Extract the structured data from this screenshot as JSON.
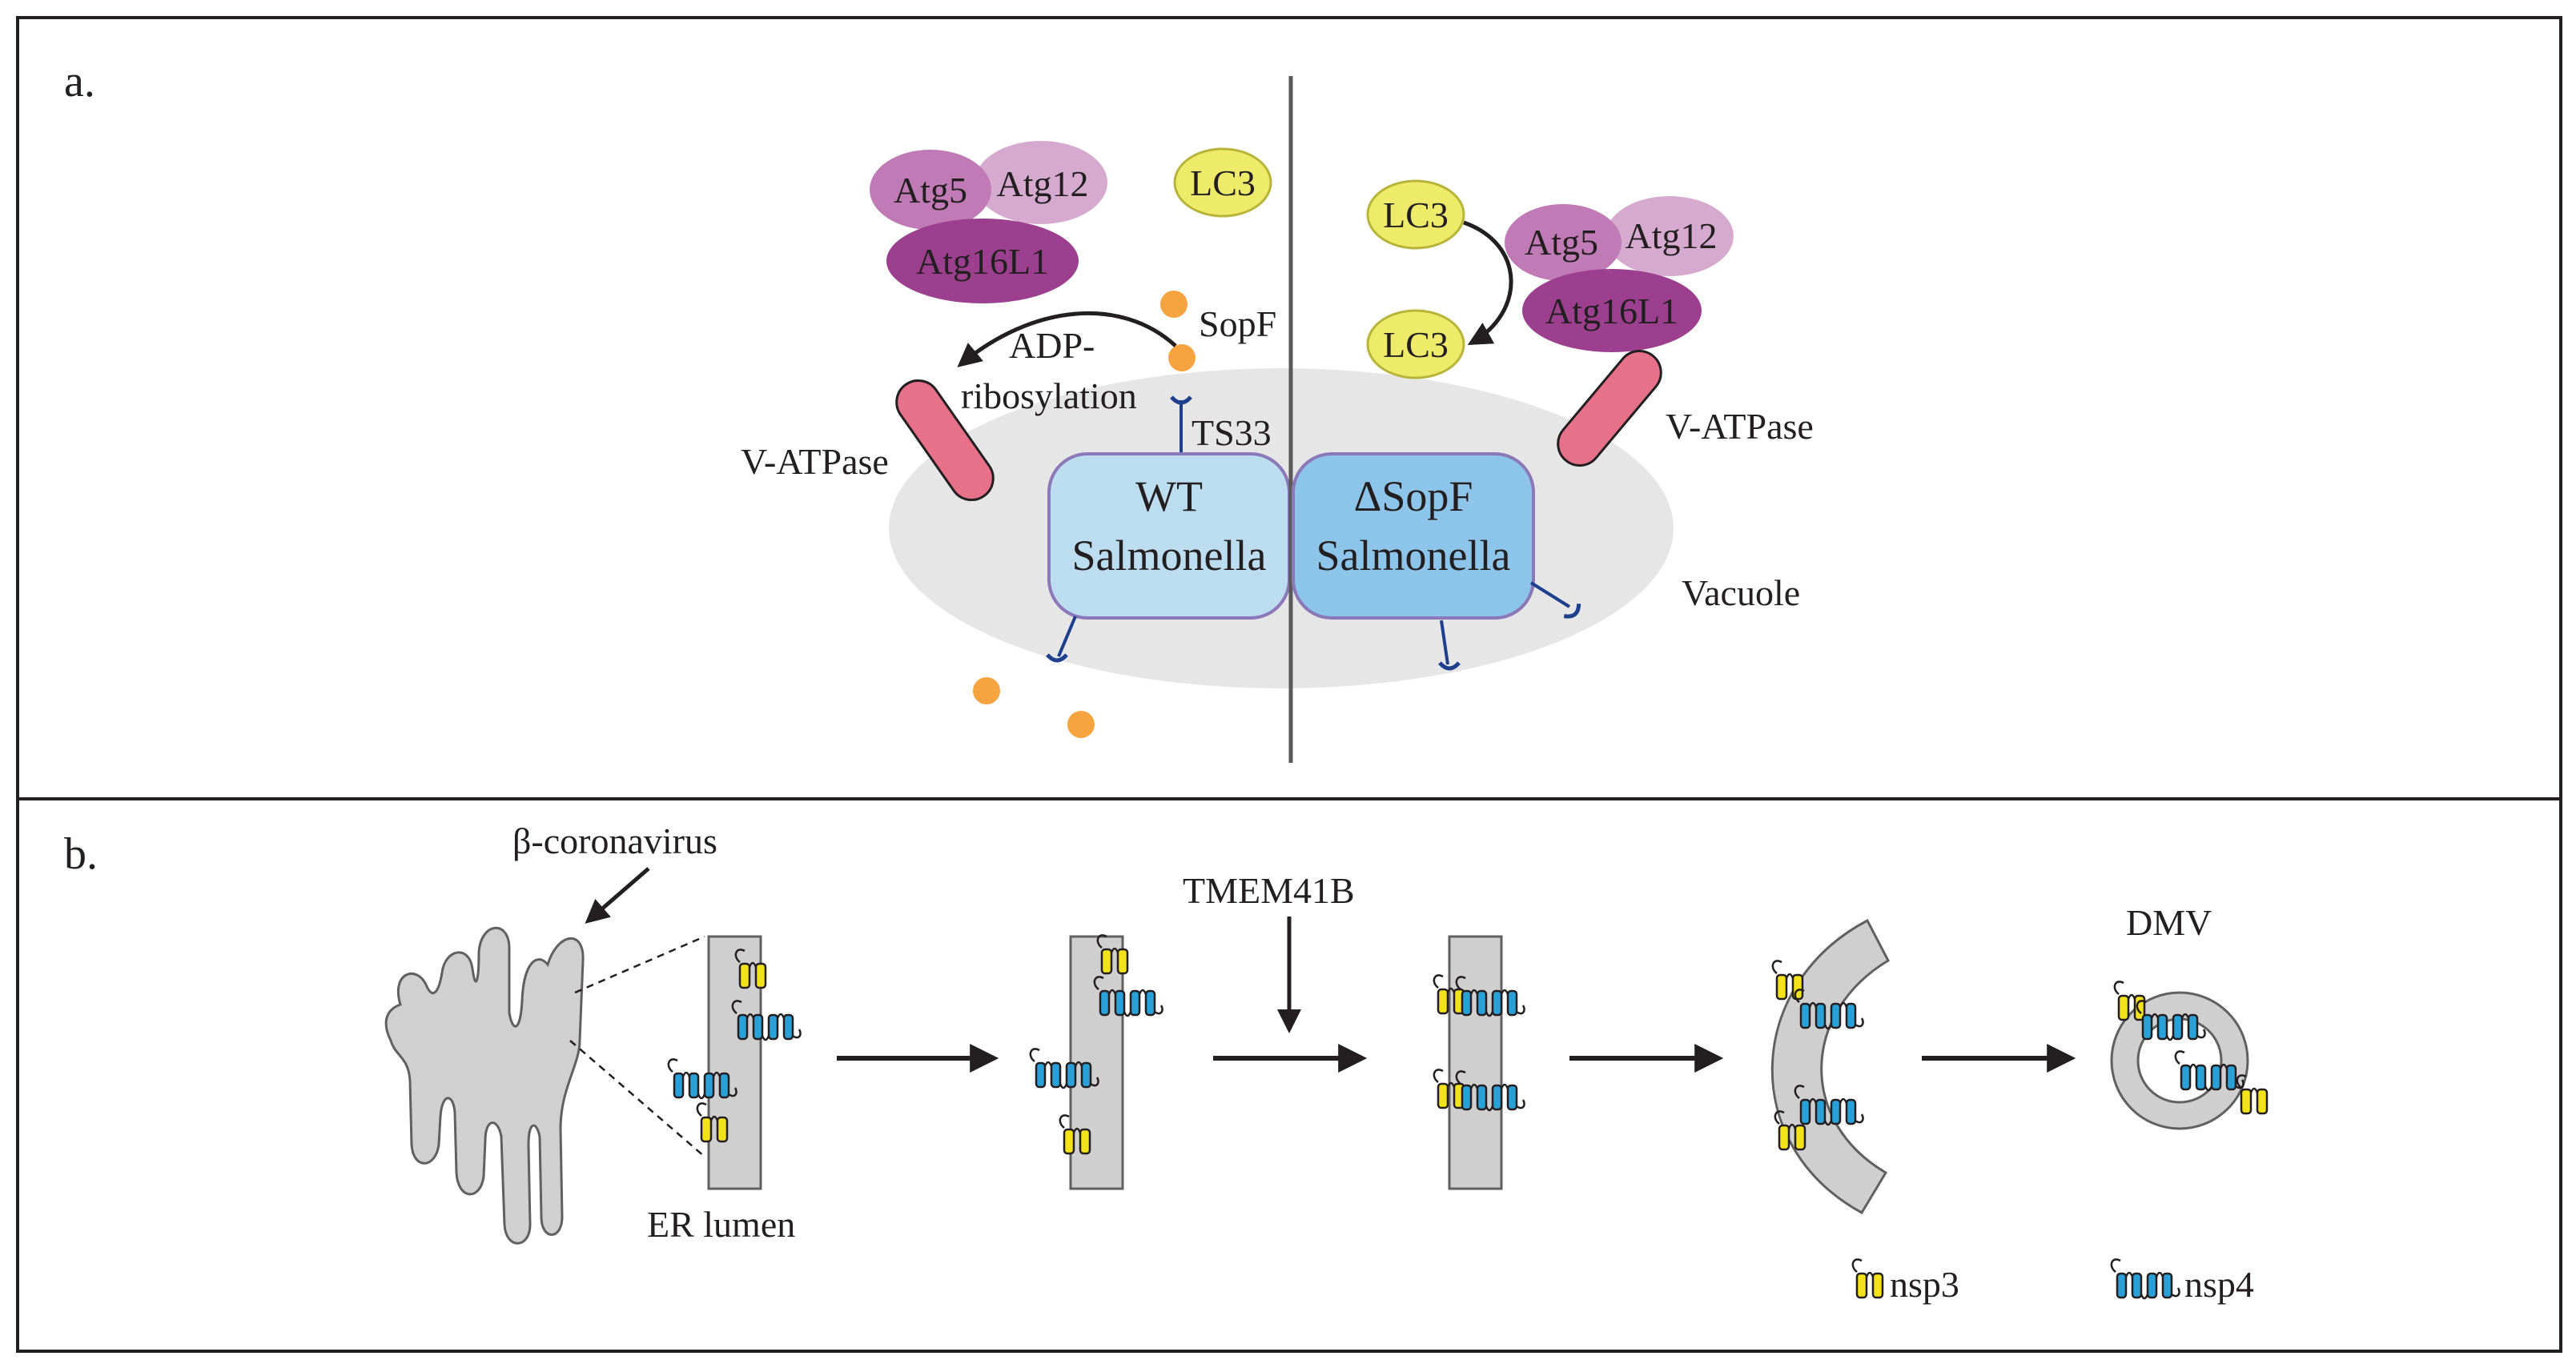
{
  "figure": {
    "panel_a": {
      "letter": "a.",
      "labels": {
        "atg5_left": "Atg5",
        "atg12_left": "Atg12",
        "atg16l1_left": "Atg16L1",
        "lc3_top": "LC3",
        "sopf": "SopF",
        "adp_line1": "ADP-",
        "adp_line2": "ribosylation",
        "ts33": "TS33",
        "vatpase_left": "V-ATPase",
        "wt_line1": "WT",
        "wt_line2": "Salmonella",
        "delta_line1": "ΔSopF",
        "delta_line2": "Salmonella",
        "vacuole": "Vacuole",
        "lc3_right_top": "LC3",
        "lc3_right_bottom": "LC3",
        "atg5_right": "Atg5",
        "atg12_right": "Atg12",
        "atg16l1_right": "Atg16L1",
        "vatpase_right": "V-ATPase"
      }
    },
    "panel_b": {
      "letter": "b.",
      "labels": {
        "coronavirus": "β-coronavirus",
        "er_lumen": "ER lumen",
        "tmem41b": "TMEM41B",
        "dmv": "DMV",
        "nsp3": "nsp3",
        "nsp4": "nsp4"
      }
    },
    "colors": {
      "atg_dark": "#9b3f8e",
      "atg_light": "#d6a9cf",
      "atg_mid": "#c07ab5",
      "lc3_yellow": "#eeea6a",
      "sopf_orange": "#f5a43f",
      "vatpase_pink": "#e8718a",
      "wt_blue": "#bcdcef",
      "delta_blue": "#8dc5ea",
      "bacterium_outline": "#8a78b8",
      "vacuole_gray": "#e6e6e6",
      "receptor_blue": "#1d3f8c",
      "membrane_gray": "#cfcfcf",
      "nsp3_yellow": "#f3e21a",
      "nsp4_blue": "#2aa0d8"
    }
  }
}
